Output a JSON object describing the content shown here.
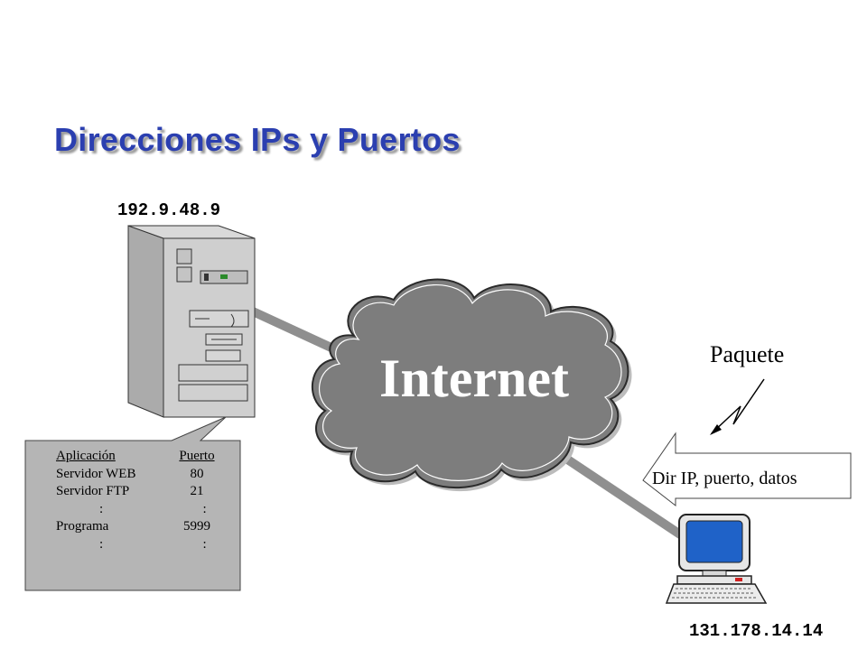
{
  "slide": {
    "title": "Direcciones IPs y Puertos",
    "server_ip": "192.9.48.9",
    "client_ip": "131.178.14.14",
    "cloud_label": "Internet",
    "packet_label": "Paquete",
    "packet_callout": "Dir IP, puerto, datos"
  },
  "port_table": {
    "headers": [
      "Aplicación",
      "Puerto"
    ],
    "rows": [
      [
        "Servidor WEB",
        "80"
      ],
      [
        "Servidor FTP",
        "21"
      ],
      [
        ":",
        ":"
      ],
      [
        "Programa",
        "5999"
      ],
      [
        ":",
        ":"
      ]
    ]
  }
}
